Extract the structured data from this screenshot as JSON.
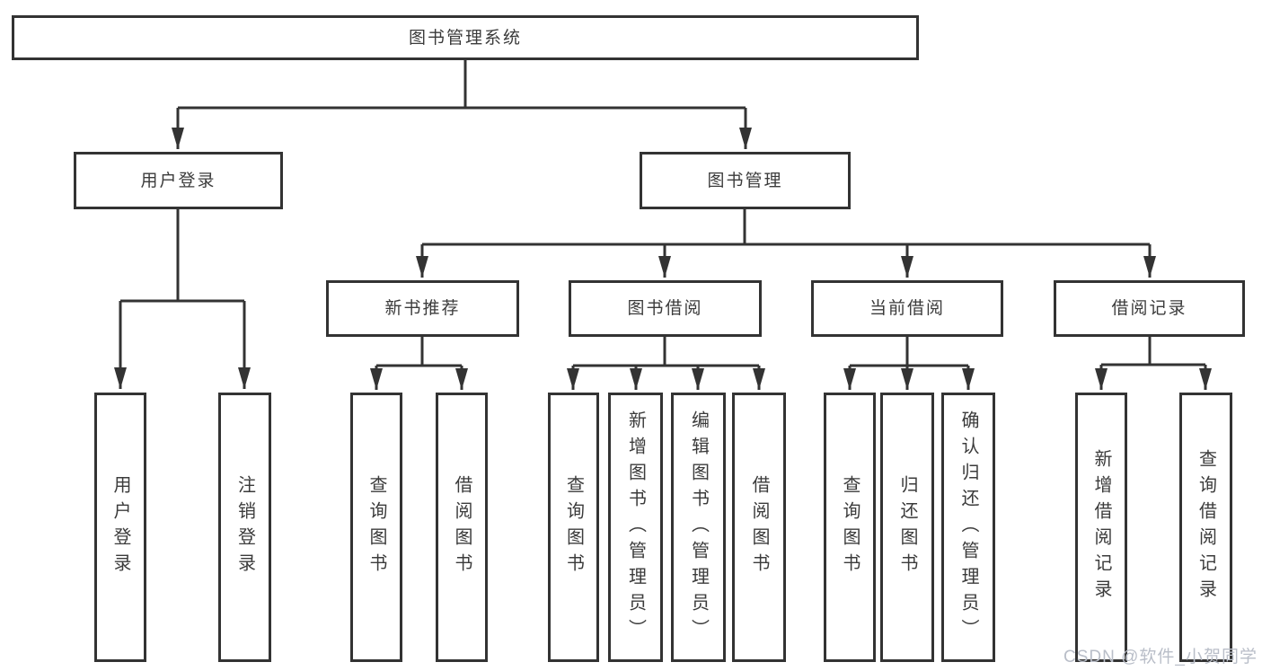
{
  "tree": {
    "label": "图书管理系统",
    "children": [
      {
        "label": "用户登录",
        "children": [
          {
            "label": "用户登录"
          },
          {
            "label": "注销登录"
          }
        ]
      },
      {
        "label": "图书管理",
        "children": [
          {
            "label": "新书推荐",
            "children": [
              {
                "label": "查询图书"
              },
              {
                "label": "借阅图书"
              }
            ]
          },
          {
            "label": "图书借阅",
            "children": [
              {
                "label": "查询图书"
              },
              {
                "label": "新增图书（管理员）"
              },
              {
                "label": "编辑图书（管理员）"
              },
              {
                "label": "借阅图书"
              }
            ]
          },
          {
            "label": "当前借阅",
            "children": [
              {
                "label": "查询图书"
              },
              {
                "label": "归还图书"
              },
              {
                "label": "确认归还（管理员）"
              }
            ]
          },
          {
            "label": "借阅记录",
            "children": [
              {
                "label": "新增借阅记录"
              },
              {
                "label": "查询借阅记录"
              }
            ]
          }
        ]
      }
    ]
  },
  "watermark": {
    "text": "CSDN @软件_小贺同学"
  },
  "colors": {
    "line": "#333333",
    "text": "#3b3b3b",
    "background": "#ffffff",
    "watermark": "#b9bec8"
  }
}
